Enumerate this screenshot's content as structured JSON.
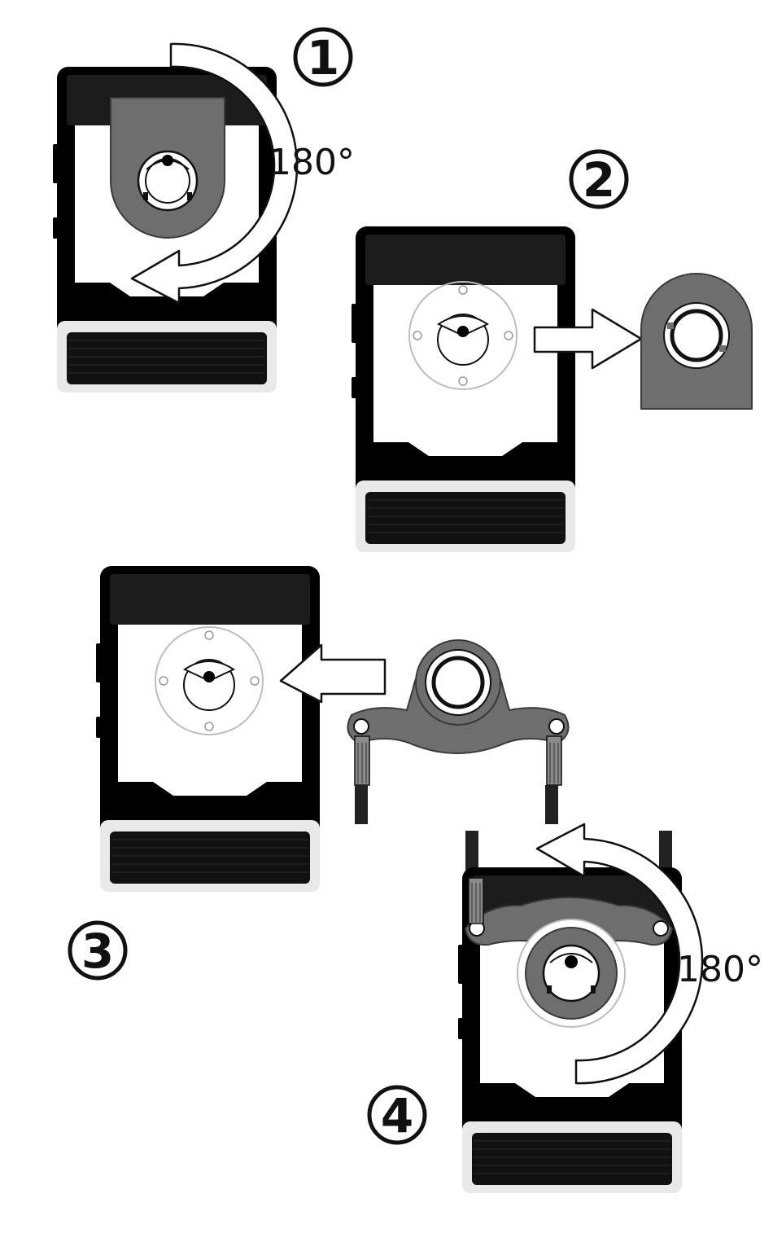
{
  "steps": [
    {
      "number": "1",
      "rotation_label": "180°"
    },
    {
      "number": "2"
    },
    {
      "number": "3"
    },
    {
      "number": "4",
      "rotation_label": "180°"
    }
  ],
  "colors": {
    "device_body": "#000000",
    "device_screen": "#ffffff",
    "keypad": "#111111",
    "mount_plate": "#6e6e6e",
    "mount_plate_light": "#8a8a8a",
    "arrow_fill": "#ffffff",
    "arrow_stroke": "#111111",
    "ring_outline": "#bdbdbd"
  },
  "icons": {
    "device": "handheld-device-back-icon",
    "rotate": "rotate-180-arrow-icon",
    "insert": "insert-arrow-icon",
    "remove": "remove-arrow-icon",
    "clip": "belt-clip-icon",
    "bracket": "strap-bracket-icon"
  }
}
